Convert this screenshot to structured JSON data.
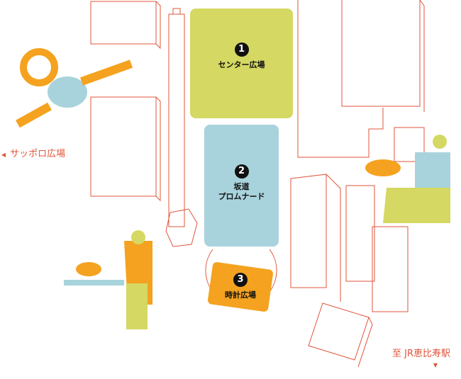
{
  "zones": [
    {
      "number": "1",
      "name": "センター広場",
      "color": "#d5d862"
    },
    {
      "number": "2",
      "name_line1": "坂道",
      "name_line2": "プロムナード",
      "color": "#a8d3dc"
    },
    {
      "number": "3",
      "name": "時計広場",
      "color": "#f4a21f"
    }
  ],
  "directions": {
    "left_arrow": "◀",
    "sapporo": "サッポロ広場",
    "ebisu": "至 JR恵比寿駅",
    "down_arrow": "▼"
  },
  "colors": {
    "outline": "#e0553a",
    "accent": "#f4a21f"
  }
}
